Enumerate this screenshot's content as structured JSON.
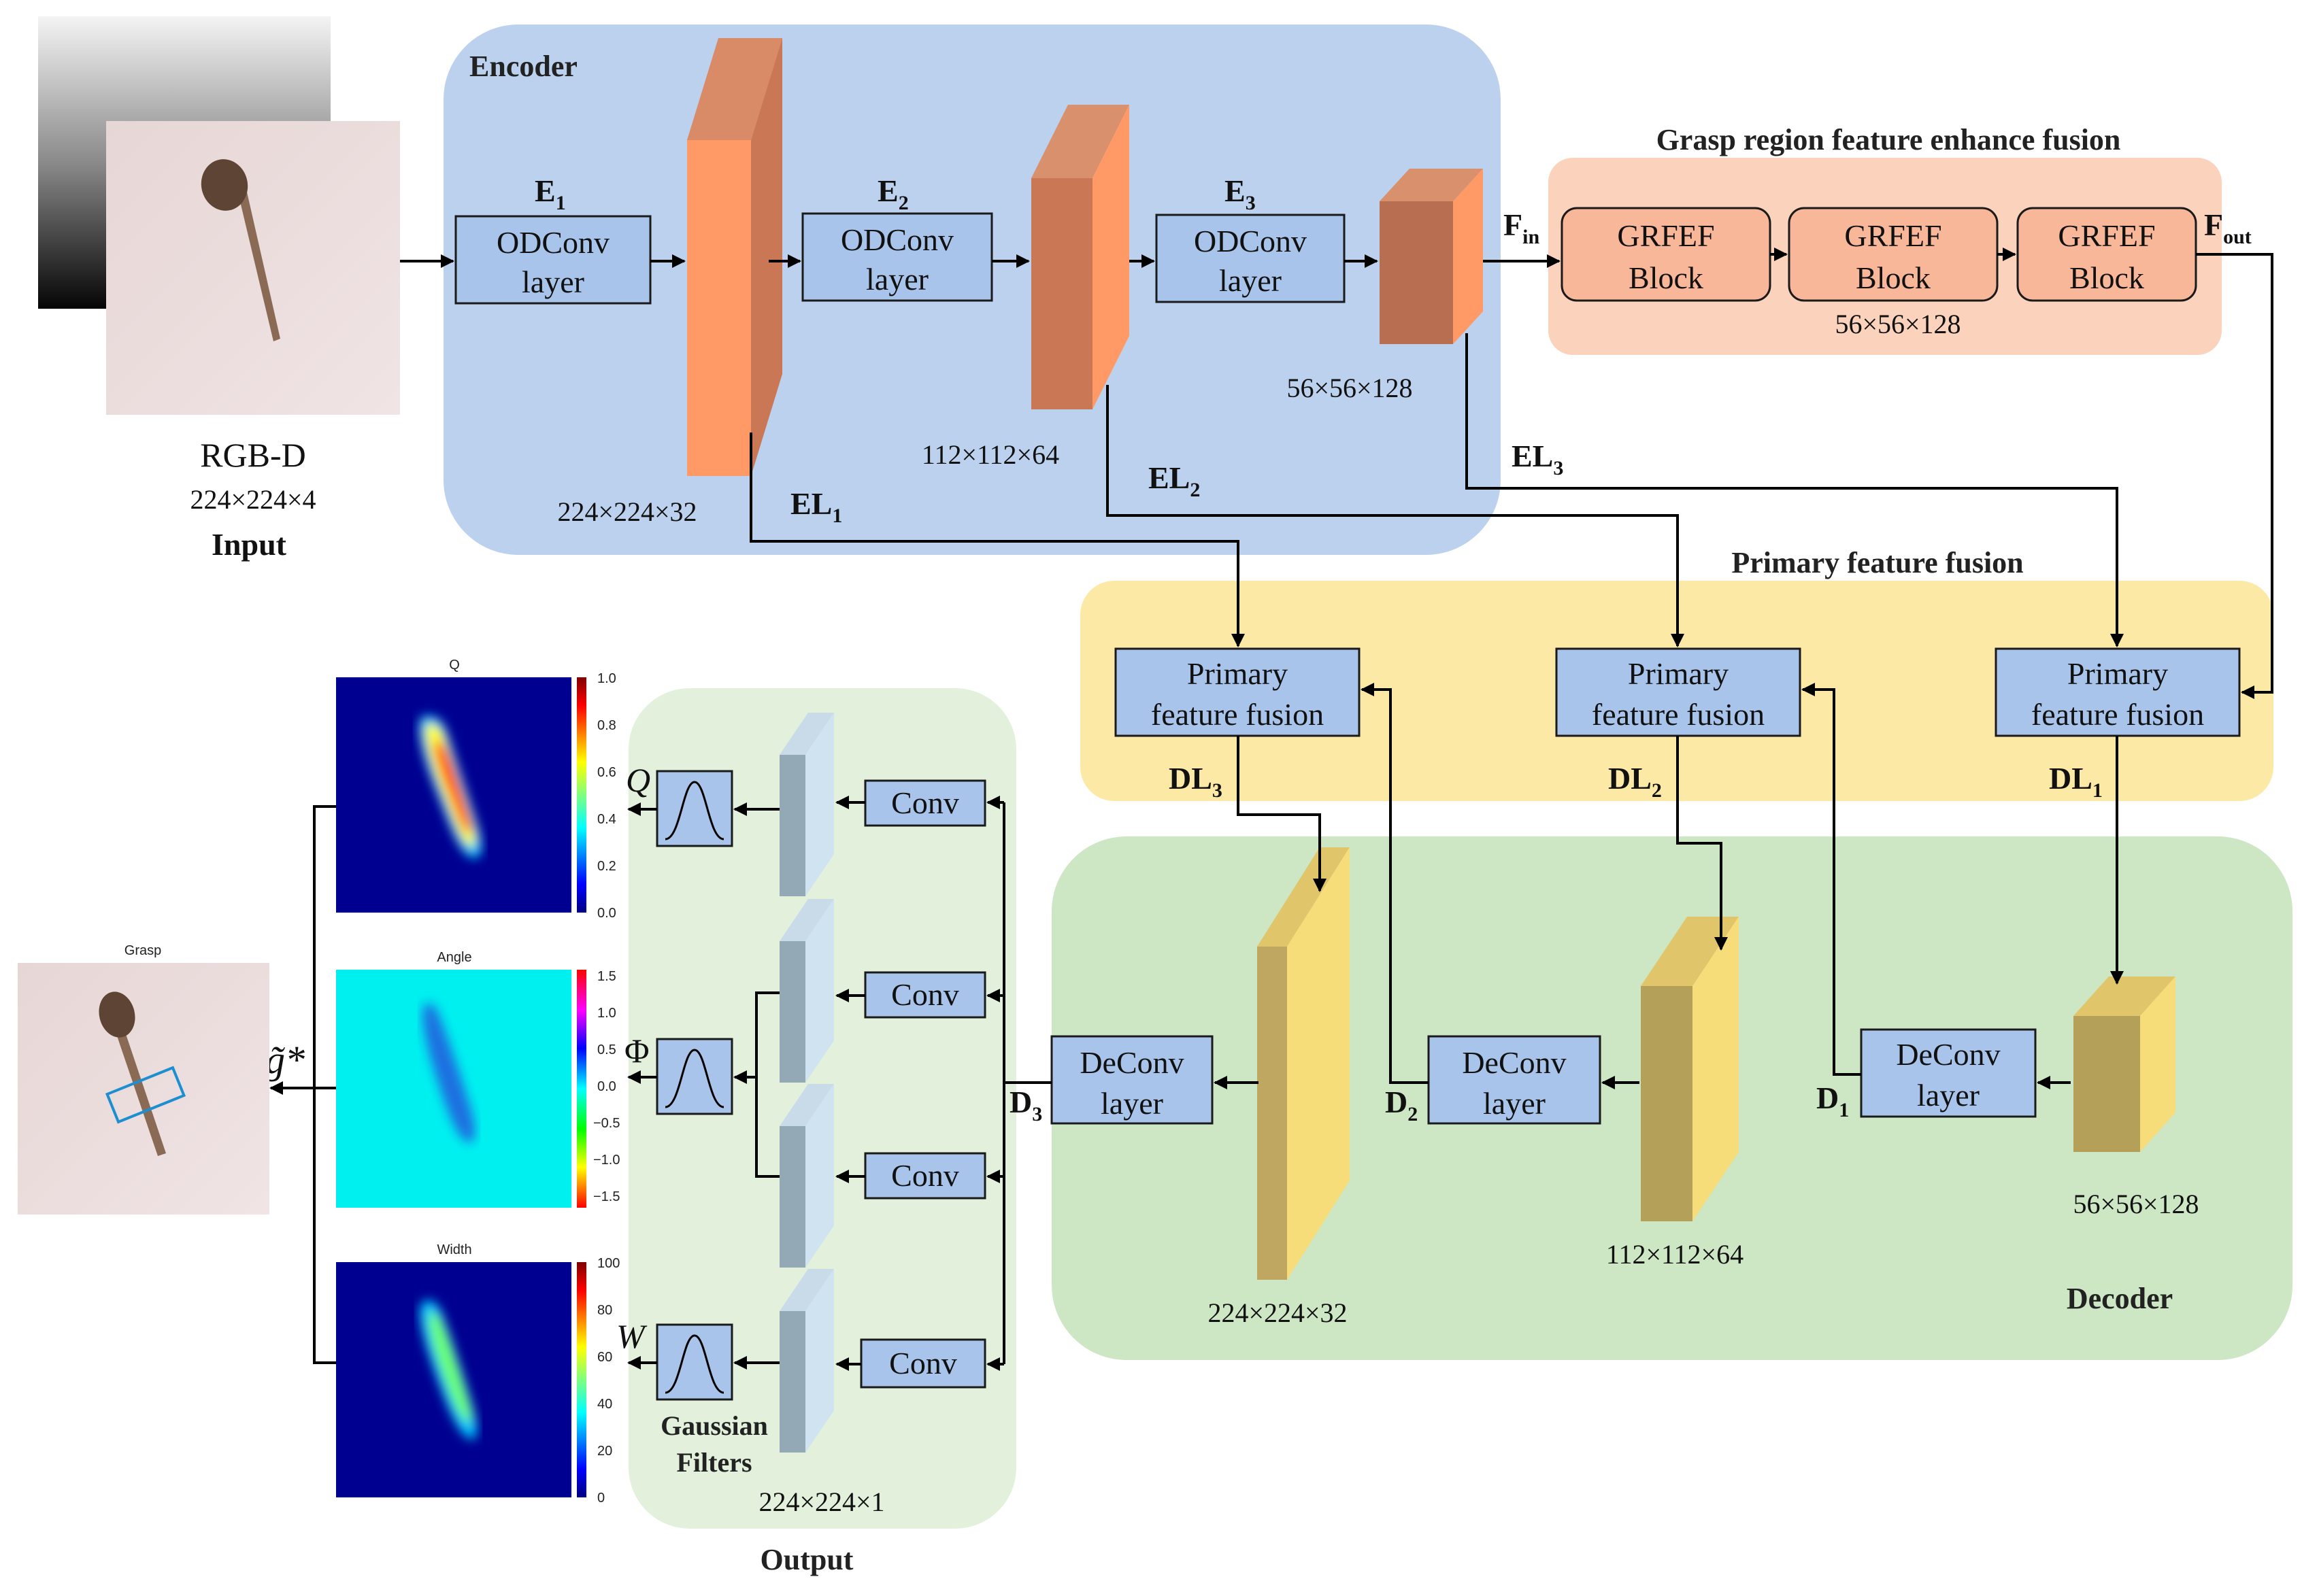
{
  "input": {
    "title": "RGB-D",
    "dims": "224×224×4",
    "label": "Input"
  },
  "encoder": {
    "title": "Encoder",
    "e1": {
      "letter": "E",
      "sub": "1",
      "line1": "ODConv",
      "line2": "layer"
    },
    "e2": {
      "letter": "E",
      "sub": "2",
      "line1": "ODConv",
      "line2": "layer"
    },
    "e3": {
      "letter": "E",
      "sub": "3",
      "line1": "ODConv",
      "line2": "layer"
    },
    "dim1": "224×224×32",
    "dim2": "112×112×64",
    "dim3": "56×56×128",
    "el1": {
      "letter": "EL",
      "sub": "1"
    },
    "el2": {
      "letter": "EL",
      "sub": "2"
    },
    "el3": {
      "letter": "EL",
      "sub": "3"
    }
  },
  "grfef": {
    "title": "Grasp region feature enhance fusion",
    "block_line1": "GRFEF",
    "block_line2": "Block",
    "dims": "56×56×128",
    "fin": {
      "letter": "F",
      "sub": "in"
    },
    "fout": {
      "letter": "F",
      "sub": "out"
    }
  },
  "primary": {
    "title": "Primary feature fusion",
    "box_line1": "Primary",
    "box_line2": "feature fusion",
    "dl3": {
      "letter": "DL",
      "sub": "3"
    },
    "dl2": {
      "letter": "DL",
      "sub": "2"
    },
    "dl1": {
      "letter": "DL",
      "sub": "1"
    }
  },
  "decoder": {
    "title": "Decoder",
    "line1": "DeConv",
    "line2": "layer",
    "d3": {
      "letter": "D",
      "sub": "3"
    },
    "d2": {
      "letter": "D",
      "sub": "2"
    },
    "d1": {
      "letter": "D",
      "sub": "1"
    },
    "dim1": "224×224×32",
    "dim2": "112×112×64",
    "dim3": "56×56×128"
  },
  "output": {
    "title": "Output",
    "conv_label": "Conv",
    "filters_line1": "Gaussian",
    "filters_line2": "Filters",
    "dims": "224×224×1",
    "q": "Q",
    "phi": "Φ",
    "w": "W",
    "g": "g̃*"
  },
  "heatmaps": {
    "q": {
      "title": "Q",
      "ticks": [
        "1.0",
        "0.8",
        "0.6",
        "0.4",
        "0.2",
        "0.0"
      ]
    },
    "angle": {
      "title": "Angle",
      "ticks": [
        "1.5",
        "1.0",
        "0.5",
        "0.0",
        "−0.5",
        "−1.0",
        "−1.5"
      ]
    },
    "width": {
      "title": "Width",
      "ticks": [
        "100",
        "80",
        "60",
        "40",
        "20",
        "0"
      ]
    }
  },
  "grasp": {
    "title": "Grasp"
  },
  "colors": {
    "encoder_bg": "#bcd1ee",
    "grfef_bg": "#fbd2bb",
    "primary_bg": "#fde9a6",
    "decoder_bg": "#cde6c4",
    "output_bg": "#e3f0dc",
    "box": "#a8c4ea",
    "grfef_box": "#f9b79a",
    "enc_cube_front": "#ff9966",
    "enc_cube_side": "#c97755",
    "dec_cube_front": "#f6dd7a",
    "dec_cube_side": "#b5a05a"
  }
}
